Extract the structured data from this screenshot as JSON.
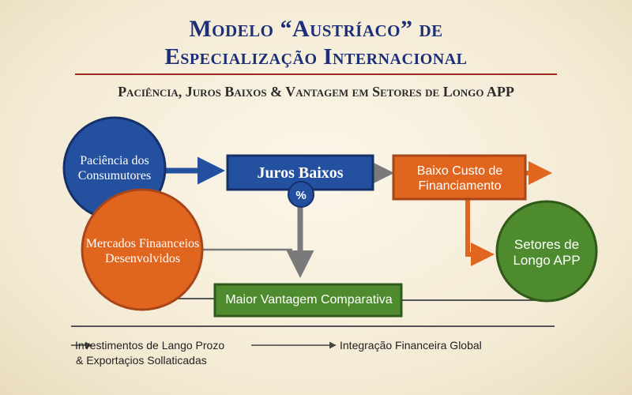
{
  "header": {
    "title_line1": "Modelo “Austríaco” de",
    "title_line2": "Especialização Internacional",
    "subtitle": "Paciência, Juros Baixos & Vantagem em Setores de Longo APP"
  },
  "nodes": {
    "paciencia": "Paciência dos Consumutores",
    "juros": "Juros Baixos",
    "percent_symbol": "%",
    "mercados": "Mercados Finaanceios Desenvolvidos",
    "baixo_custo": "Baixo Custo de Financiamento",
    "setores": "Setores de Longo APP",
    "maior_vantagem": "Maior Vantagem Comparativa"
  },
  "footer": {
    "line1": "Investimentos de Lango Prozo",
    "line2": "& Exportaçios Sollaticadas",
    "right": "Integração Financeira Global"
  },
  "colors": {
    "title_blue": "#1d2f78",
    "rule_red": "#9c2a1e",
    "node_blue": "#2450a0",
    "node_orange": "#e0651e",
    "node_green": "#4e8a2e",
    "connector_gray": "#7a7a7a"
  }
}
